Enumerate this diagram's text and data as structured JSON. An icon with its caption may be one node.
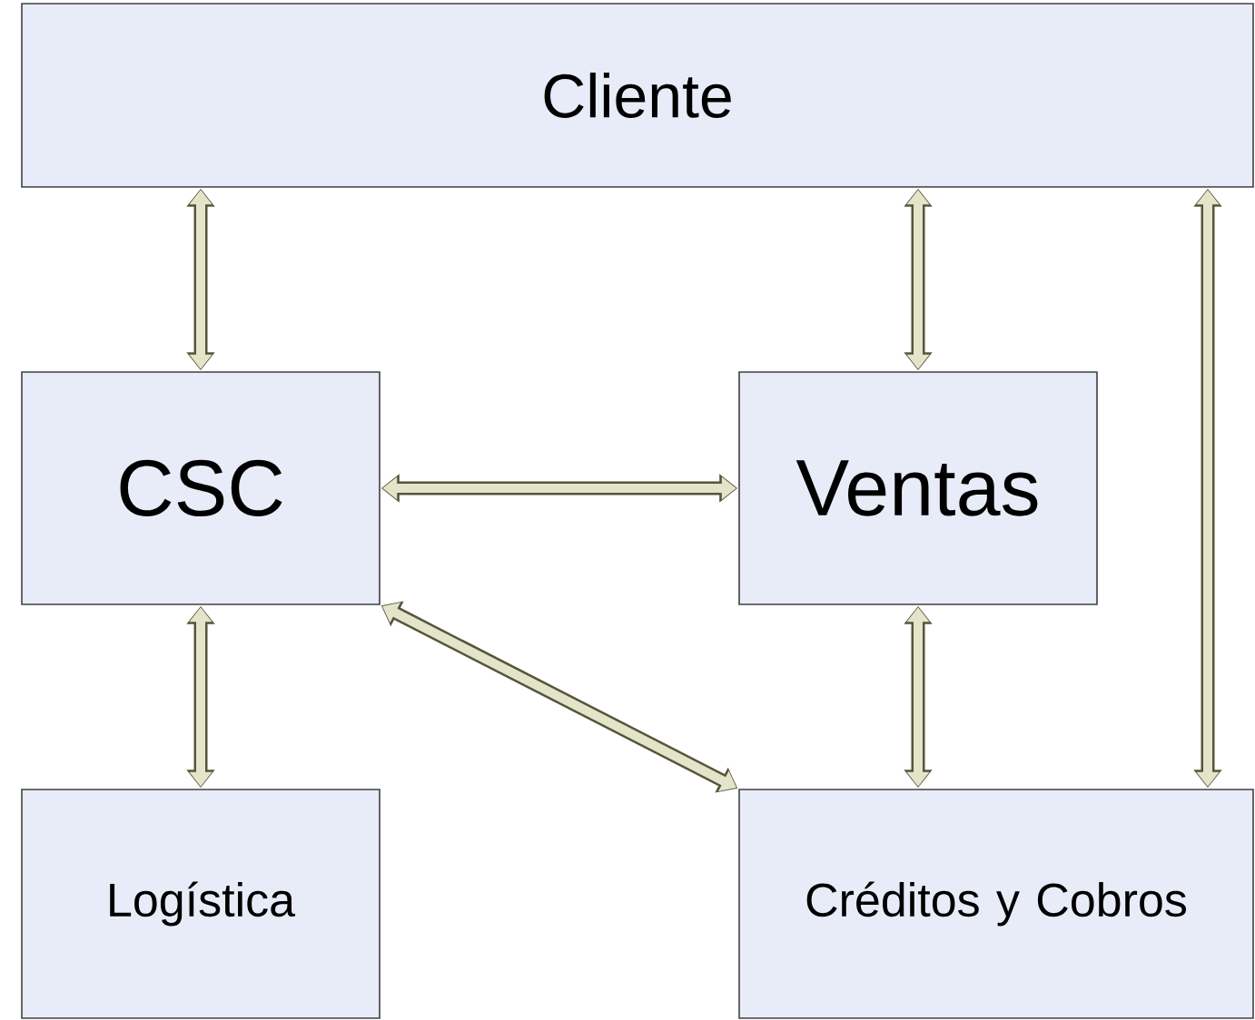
{
  "diagram": {
    "nodes": [
      {
        "text": [
          "Cliente"
        ]
      },
      {
        "text": [
          "CSC"
        ]
      },
      {
        "text": [
          "Ventas"
        ]
      },
      {
        "text": [
          "Logística"
        ]
      },
      {
        "text": [
          "Créditos y Cobros"
        ]
      }
    ],
    "edges": [
      {
        "from": 0,
        "to": 1,
        "arrow": "both"
      },
      {
        "from": 0,
        "to": 2,
        "arrow": "both"
      },
      {
        "from": 0,
        "to": 4,
        "arrow": "both"
      },
      {
        "from": 1,
        "to": 2,
        "arrow": "both"
      },
      {
        "from": 1,
        "to": 3,
        "arrow": "both"
      },
      {
        "from": 2,
        "to": 4,
        "arrow": "both"
      },
      {
        "from": 1,
        "to": 4,
        "arrow": "both"
      }
    ]
  }
}
